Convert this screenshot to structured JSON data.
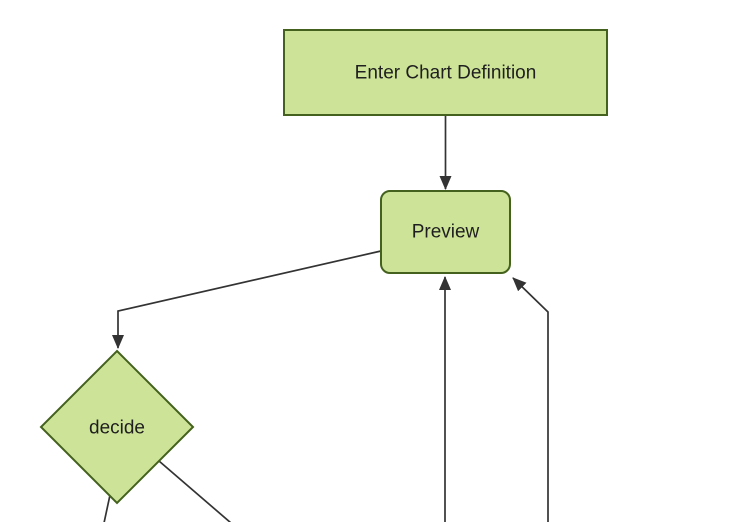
{
  "diagram": {
    "type": "flowchart",
    "direction": "top-down",
    "nodes": [
      {
        "id": "enter-chart-definition",
        "label": "Enter Chart Definition",
        "shape": "rectangle"
      },
      {
        "id": "preview",
        "label": "Preview",
        "shape": "rounded-rectangle"
      },
      {
        "id": "decide",
        "label": "decide",
        "shape": "diamond"
      }
    ],
    "edges": [
      {
        "from": "enter-chart-definition",
        "to": "preview",
        "arrowhead": true
      },
      {
        "from": "preview",
        "to": "decide",
        "arrowhead": true
      },
      {
        "from": "offscreen-bottom",
        "to": "preview",
        "arrowhead": true
      },
      {
        "from": "offscreen-bottom-right",
        "to": "preview",
        "arrowhead": true
      },
      {
        "from": "decide",
        "to": "offscreen-bottom-left",
        "arrowhead": false
      },
      {
        "from": "decide",
        "to": "offscreen-bottom-right",
        "arrowhead": false
      }
    ],
    "colors": {
      "node_fill": "#cde498",
      "node_border": "#44621e",
      "edge_line": "#333333",
      "label_text": "#1f1f1f",
      "background": "#ffffff"
    }
  }
}
